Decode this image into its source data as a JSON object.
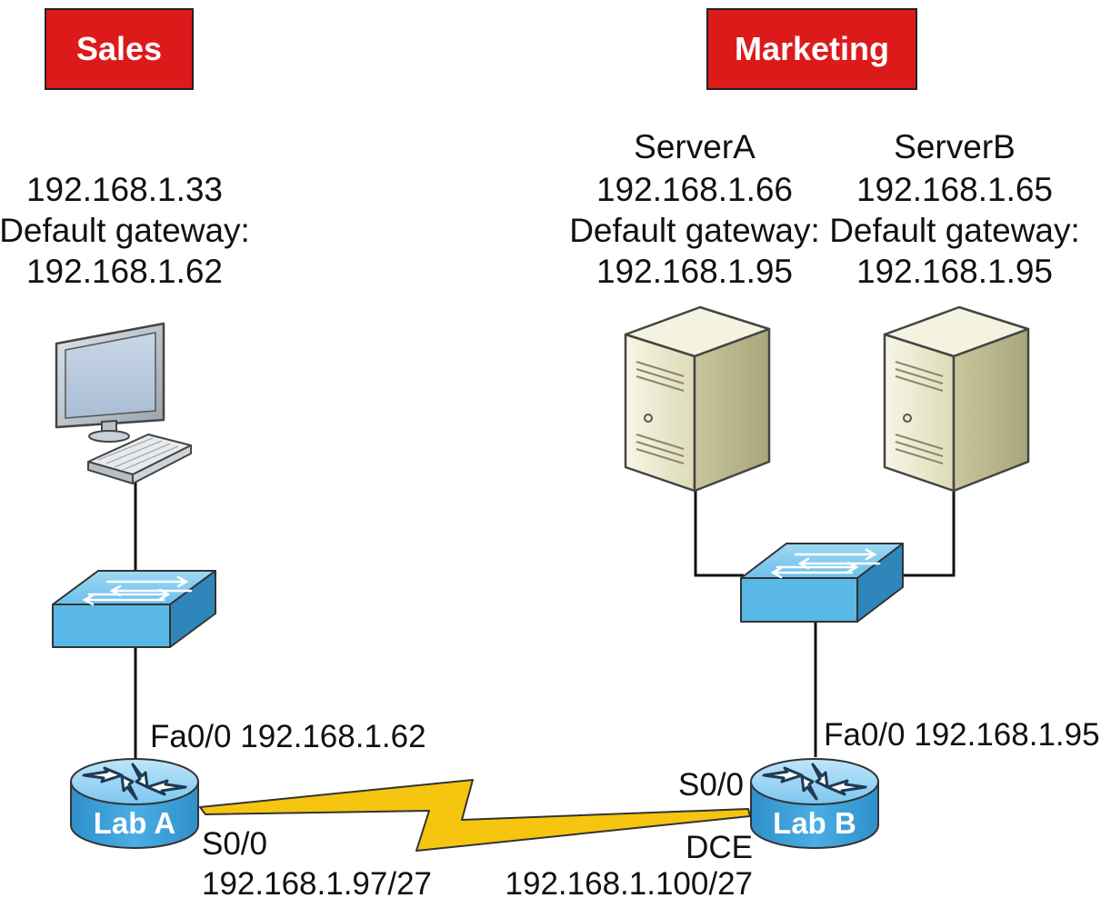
{
  "departments": {
    "sales": "Sales",
    "marketing": "Marketing"
  },
  "hosts": {
    "pc": {
      "ip": "192.168.1.33",
      "gateway_label": "Default gateway:",
      "gateway": "192.168.1.62"
    },
    "server_a": {
      "name": "ServerA",
      "ip": "192.168.1.66",
      "gateway_label": "Default gateway:",
      "gateway": "192.168.1.95"
    },
    "server_b": {
      "name": "ServerB",
      "ip": "192.168.1.65",
      "gateway_label": "Default gateway:",
      "gateway": "192.168.1.95"
    }
  },
  "routers": {
    "lab_a": {
      "name": "Lab A",
      "fa_interface": "Fa0/0 192.168.1.62",
      "serial_interface": "S0/0",
      "serial_ip": "192.168.1.97/27"
    },
    "lab_b": {
      "name": "Lab B",
      "fa_interface": "Fa0/0 192.168.1.95",
      "serial_interface": "S0/0",
      "dce": "DCE",
      "serial_ip": "192.168.1.100/27"
    }
  },
  "colors": {
    "department_box": "#dd1a1a",
    "switch": "#5ab8e6",
    "router": "#3a9fd8",
    "serial_link": "#f5c510",
    "server": "#ece9c9"
  }
}
